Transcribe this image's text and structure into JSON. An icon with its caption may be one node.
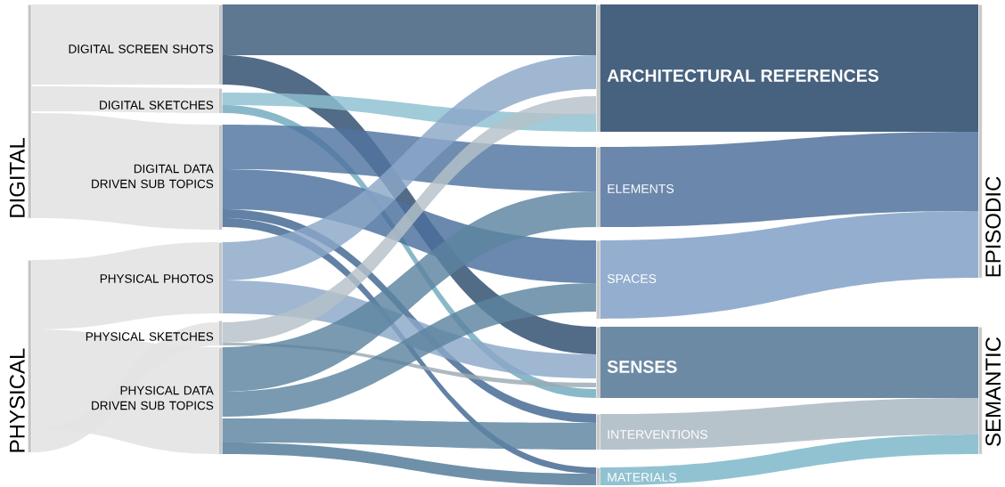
{
  "diagram": {
    "nodes": [
      {
        "text": [
          "DIGITAL"
        ]
      },
      {
        "text": [
          "DIGITAL SCREEN SHOTS"
        ]
      },
      {
        "text": [
          "DIGITAL SKETCHES"
        ]
      },
      {
        "text": [
          "DIGITAL DATA DRIVEN SUB TOPICS"
        ]
      },
      {
        "text": [
          "PHYSICAL"
        ]
      },
      {
        "text": [
          "PHYSICAL PHOTOS"
        ]
      },
      {
        "text": [
          "PHYSICAL SKETCHES"
        ]
      },
      {
        "text": [
          "PHYSICAL DATA DRIVEN SUB TOPICS"
        ]
      },
      {
        "text": [
          "ARCHITECTURAL REFERENCES"
        ]
      },
      {
        "text": [
          "ELEMENTS"
        ]
      },
      {
        "text": [
          "SPACES"
        ]
      },
      {
        "text": [
          "SENSES"
        ]
      },
      {
        "text": [
          "INTERVENTIONS"
        ]
      },
      {
        "text": [
          "MATERIALS"
        ]
      },
      {
        "text": [
          "EPISODIC"
        ]
      },
      {
        "text": [
          "SEMANTIC"
        ]
      }
    ],
    "edges": [
      {
        "from": 0,
        "to": 1,
        "arrow": "none"
      },
      {
        "from": 0,
        "to": 2,
        "arrow": "none"
      },
      {
        "from": 0,
        "to": 3,
        "arrow": "none"
      },
      {
        "from": 4,
        "to": 5,
        "arrow": "none"
      },
      {
        "from": 4,
        "to": 6,
        "arrow": "none"
      },
      {
        "from": 4,
        "to": 7,
        "arrow": "none"
      },
      {
        "from": 1,
        "to": 8,
        "arrow": "none",
        "color": "#3b5a7a"
      },
      {
        "from": 1,
        "to": 11,
        "arrow": "none",
        "color": "#2c4a6c"
      },
      {
        "from": 2,
        "to": 8,
        "arrow": "none",
        "color": "#8cc0cf"
      },
      {
        "from": 2,
        "to": 11,
        "arrow": "none",
        "color": "#6fa9bd"
      },
      {
        "from": 3,
        "to": 9,
        "arrow": "none",
        "color": "#4f74a0"
      },
      {
        "from": 3,
        "to": 10,
        "arrow": "none",
        "color": "#4a6f9c"
      },
      {
        "from": 3,
        "to": 12,
        "arrow": "none",
        "color": "#3f6590"
      },
      {
        "from": 3,
        "to": 13,
        "arrow": "none",
        "color": "#3f6590"
      },
      {
        "from": 5,
        "to": 8,
        "arrow": "none",
        "color": "#8ba7c8"
      },
      {
        "from": 5,
        "to": 11,
        "arrow": "none",
        "color": "#8ba7c8"
      },
      {
        "from": 6,
        "to": 8,
        "arrow": "none",
        "color": "#b4c1c8"
      },
      {
        "from": 6,
        "to": 11,
        "arrow": "none",
        "color": "#9aa9b2"
      },
      {
        "from": 7,
        "to": 9,
        "arrow": "none",
        "color": "#5b84a0"
      },
      {
        "from": 7,
        "to": 10,
        "arrow": "none",
        "color": "#5b84a0"
      },
      {
        "from": 7,
        "to": 12,
        "arrow": "none",
        "color": "#5b84a0"
      },
      {
        "from": 7,
        "to": 13,
        "arrow": "none",
        "color": "#4f7896"
      },
      {
        "from": 8,
        "to": 14,
        "arrow": "none",
        "color": "#1f3f63"
      },
      {
        "from": 9,
        "to": 14,
        "arrow": "none",
        "color": "#4a6d99"
      },
      {
        "from": 10,
        "to": 14,
        "arrow": "none",
        "color": "#7d9cc4"
      },
      {
        "from": 11,
        "to": 15,
        "arrow": "none",
        "color": "#4d7090"
      },
      {
        "from": 12,
        "to": 15,
        "arrow": "none",
        "color": "#a7b6bf"
      },
      {
        "from": 13,
        "to": 15,
        "arrow": "none",
        "color": "#79b5c8"
      }
    ]
  }
}
